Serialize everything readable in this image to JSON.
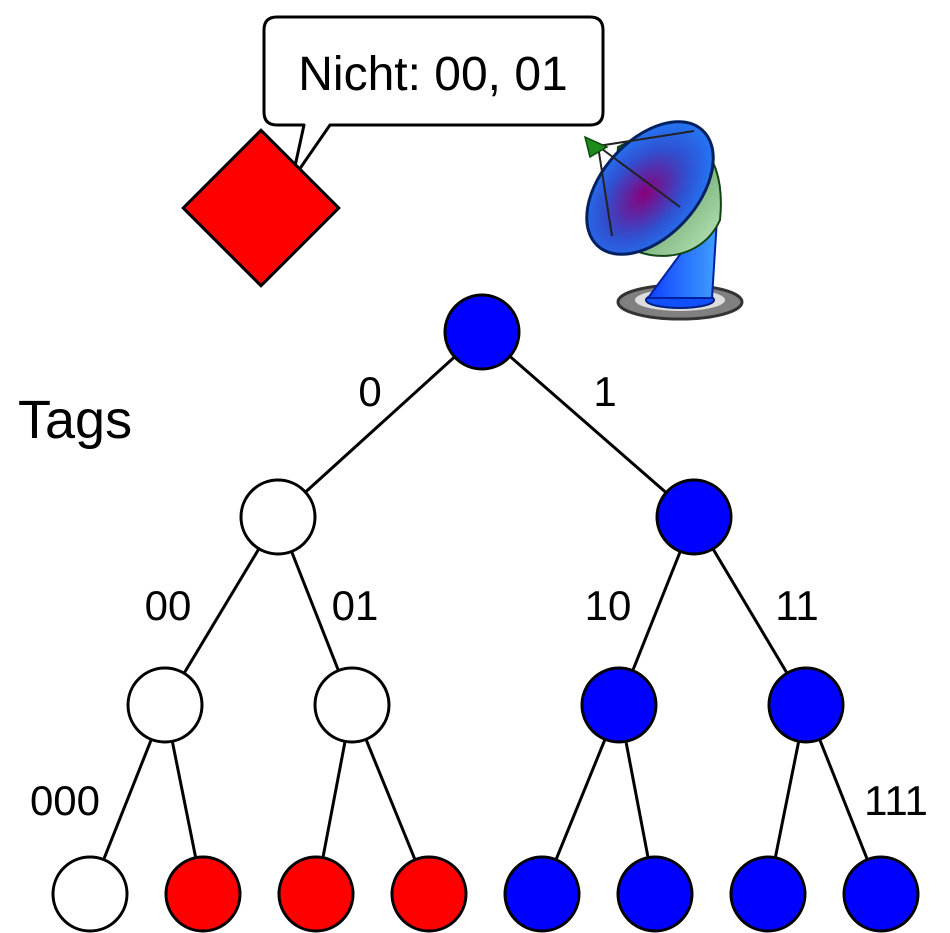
{
  "title_label": "Tags",
  "speech_bubble": {
    "text": "Nicht: 00, 01"
  },
  "reader": {
    "icon": "satellite-dish-icon"
  },
  "tag": {
    "icon": "red-diamond-tag",
    "color": "#ff0000"
  },
  "colors": {
    "blue": "#0000ff",
    "red": "#ff0000",
    "white": "#ffffff",
    "stroke": "#000000"
  },
  "tree": {
    "edge_labels": {
      "root_left": "0",
      "root_right": "1",
      "l1_left_left": "00",
      "l1_left_right": "01",
      "l1_right_left": "10",
      "l1_right_right": "11",
      "l2_leftmost": "000",
      "l2_rightmost": "111"
    },
    "levels": [
      [
        "blue"
      ],
      [
        "white",
        "blue"
      ],
      [
        "white",
        "white",
        "blue",
        "blue"
      ],
      [
        "white",
        "red",
        "red",
        "red",
        "blue",
        "blue",
        "blue",
        "blue"
      ]
    ]
  }
}
